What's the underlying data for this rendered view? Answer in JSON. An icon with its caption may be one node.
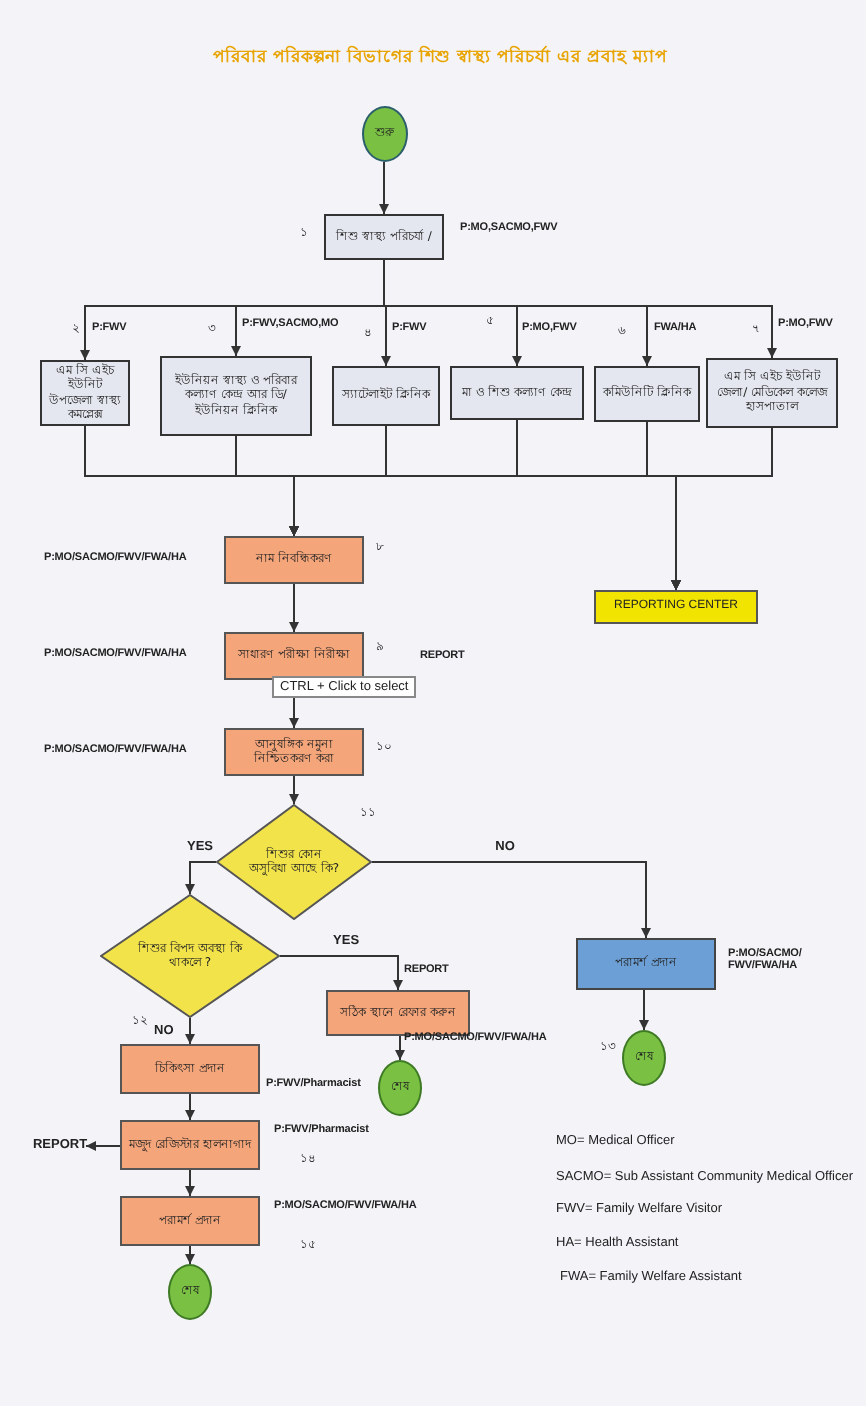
{
  "diagram": {
    "title": "পরিবার পরিকল্পনা বিভাগের শিশু স্বাস্থ্য পরিচর্যা এর প্রবাহ ম্যাপ",
    "nodes": [
      {
        "text": [
          "শুরু"
        ]
      },
      {
        "text": [
          "শিশু স্বাস্থ্য পরিচর্যা /"
        ],
        "beside": [
          "১",
          "P:MO,SACMO,FWV"
        ]
      },
      {
        "text": [
          "এম সি এইচ ইউনিট উপজেলা স্বাস্থ্য কমপ্লেক্স"
        ],
        "beside": [
          "২",
          "P:FWV"
        ]
      },
      {
        "text": [
          "ইউনিয়ন স্বাস্থ্য ও পরিবার কল্যাণ কেন্দ্র আর ডি/ ইউনিয়ন ক্লিনিক"
        ],
        "beside": [
          "৩",
          "P:FWV,SACMO,MO"
        ]
      },
      {
        "text": [
          "স্যাটেলাইট ক্লিনিক"
        ],
        "beside": [
          "৪",
          "P:FWV"
        ]
      },
      {
        "text": [
          "মা ও শিশু কল্যাণ কেন্দ্র"
        ],
        "beside": [
          "৫",
          "P:MO,FWV"
        ]
      },
      {
        "text": [
          "কমিউনিটি ক্লিনিক"
        ],
        "beside": [
          "৬",
          "FWA/HA"
        ]
      },
      {
        "text": [
          "এম সি এইচ ইউনিট জেলা/ মেডিকেল কলেজ হাসপাতাল"
        ],
        "beside": [
          "৭",
          "P:MO,FWV"
        ]
      },
      {
        "text": [
          "REPORTING CENTER"
        ]
      },
      {
        "text": [
          "নাম নিবন্ধিকরণ"
        ],
        "beside": [
          "P:MO/SACMO/FWV/FWA/HA",
          "৮"
        ]
      },
      {
        "text": [
          "সাধারণ পরীক্ষা নিরীক্ষা"
        ],
        "beside": [
          "P:MO/SACMO/FWV/FWA/HA",
          "৯",
          "REPORT"
        ]
      },
      {
        "text": [
          "আনুষঙ্গিক নমুনা নিশ্চিতকরণ করা"
        ],
        "beside": [
          "P:MO/SACMO/FWV/FWA/HA",
          "১০"
        ]
      },
      {
        "text": [
          "শিশুর কোন অসুবিধা আছে কি?"
        ],
        "beside": [
          "১১"
        ]
      },
      {
        "text": [
          "শিশুর বিপদ অবস্থা কি থাকলে ?"
        ],
        "beside": [
          "১২"
        ]
      },
      {
        "text": [
          "সঠিক স্থানে রেফার করুন"
        ],
        "beside": [
          "REPORT",
          "P:MO/SACMO/FWV/FWA/HA"
        ]
      },
      {
        "text": [
          "শেষ"
        ]
      },
      {
        "text": [
          "চিকিৎসা প্রদান"
        ],
        "beside": [
          "P:FWV/Pharmacist"
        ]
      },
      {
        "text": [
          "মজুদ রেজিস্টার হালনাগাদ"
        ],
        "beside": [
          "P:FWV/Pharmacist",
          "১৪"
        ]
      },
      {
        "text": [
          "REPORT"
        ]
      },
      {
        "text": [
          "পরামর্শ প্রদান"
        ],
        "beside": [
          "P:MO/SACMO/FWV/FWA/HA",
          "১৫"
        ]
      },
      {
        "text": [
          "শেষ"
        ]
      },
      {
        "text": [
          "পরামর্শ প্রদান"
        ],
        "beside": [
          "P:MO/SACMO/ FWV/FWA/HA"
        ]
      },
      {
        "text": [
          "শেষ"
        ],
        "beside": [
          "১৩"
        ]
      }
    ],
    "edges": [
      {
        "from": 0,
        "to": 1,
        "arrow": "to"
      },
      {
        "from": 1,
        "to": 2,
        "arrow": "to"
      },
      {
        "from": 1,
        "to": 3,
        "arrow": "to"
      },
      {
        "from": 1,
        "to": 4,
        "arrow": "to"
      },
      {
        "from": 1,
        "to": 5,
        "arrow": "to"
      },
      {
        "from": 1,
        "to": 6,
        "arrow": "to"
      },
      {
        "from": 1,
        "to": 7,
        "arrow": "to"
      },
      {
        "from": 2,
        "to": 9,
        "arrow": "to"
      },
      {
        "from": 3,
        "to": 9,
        "arrow": "to"
      },
      {
        "from": 4,
        "to": 9,
        "arrow": "to"
      },
      {
        "from": 5,
        "to": 9,
        "arrow": "to"
      },
      {
        "from": 6,
        "to": 9,
        "arrow": "to"
      },
      {
        "from": 7,
        "to": 9,
        "arrow": "to"
      },
      {
        "from": 2,
        "to": 8,
        "arrow": "to"
      },
      {
        "from": 3,
        "to": 8,
        "arrow": "to"
      },
      {
        "from": 4,
        "to": 8,
        "arrow": "to"
      },
      {
        "from": 5,
        "to": 8,
        "arrow": "to"
      },
      {
        "from": 6,
        "to": 8,
        "arrow": "to"
      },
      {
        "from": 7,
        "to": 8,
        "arrow": "to"
      },
      {
        "from": 9,
        "to": 10,
        "arrow": "to"
      },
      {
        "from": 10,
        "to": 11,
        "arrow": "to"
      },
      {
        "from": 11,
        "to": 12,
        "arrow": "to"
      },
      {
        "from": 12,
        "to": 13,
        "arrow": "to",
        "label": "YES"
      },
      {
        "from": 12,
        "to": 21,
        "arrow": "to",
        "label": "NO"
      },
      {
        "from": 13,
        "to": 14,
        "arrow": "to",
        "label": "YES"
      },
      {
        "from": 13,
        "to": 16,
        "arrow": "to",
        "label": "NO"
      },
      {
        "from": 14,
        "to": 15,
        "arrow": "to"
      },
      {
        "from": 16,
        "to": 17,
        "arrow": "to"
      },
      {
        "from": 17,
        "to": 18,
        "arrow": "to"
      },
      {
        "from": 17,
        "to": 19,
        "arrow": "to"
      },
      {
        "from": 19,
        "to": 20,
        "arrow": "to"
      },
      {
        "from": 21,
        "to": 22,
        "arrow": "to"
      }
    ],
    "labels": [
      "CTRL + Click to select",
      "MO= Medical Officer",
      "SACMO= Sub Assistant Community Medical Officer",
      "FWV= Family Welfare Visitor",
      "HA= Health Assistant",
      "FWA= Family Welfare Assistant"
    ]
  }
}
